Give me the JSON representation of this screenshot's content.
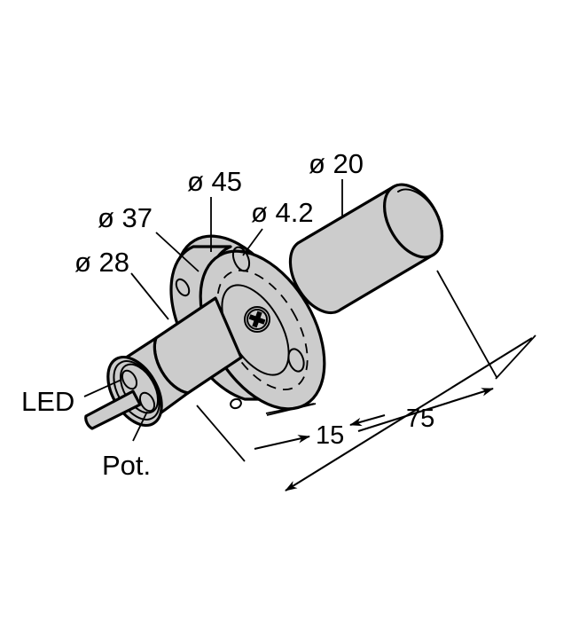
{
  "figure": {
    "title": "Sensor dimensional drawing",
    "type": "isometric-technical-drawing",
    "background_color": "#ffffff",
    "line_color": "#000000",
    "body_fill": "#cccccc",
    "body_shade": "#bdbdbd",
    "face_dark": "#777777",
    "face_dark2": "#6f6f6f"
  },
  "callouts": {
    "dia_45": "ø 45",
    "dia_37": "ø 37",
    "dia_28": "ø 28",
    "dia_20": "ø 20",
    "dia_4_2": "ø 4.2",
    "led": "LED",
    "pot": "Pot."
  },
  "dimensions": {
    "length_15": "15",
    "length_75": "75"
  },
  "parts": {
    "barrel_rear": "rear-barrel-20mm",
    "flange": "mounting-flange-45mm",
    "barrel_front": "front-barrel-28mm",
    "sensor_face": "sensor-face",
    "screw": "phillips-screw",
    "led_indicator": "led-indicator",
    "potentiometer": "potentiometer-shaft",
    "mounting_hole_upper": "mounting-hole-upper",
    "mounting_hole_lower": "mounting-hole-lower",
    "mounting_hole_left": "mounting-hole-left"
  }
}
